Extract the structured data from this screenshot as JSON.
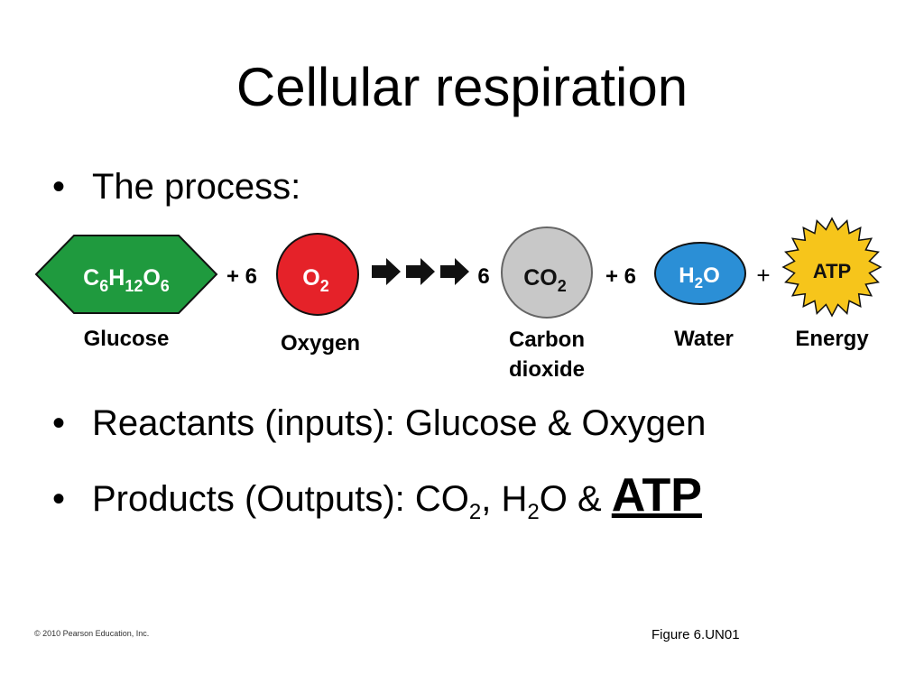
{
  "slide": {
    "title": "Cellular respiration",
    "bullets": {
      "process": "The process:",
      "reactants": "Reactants (inputs): Glucose & Oxygen",
      "products": {
        "prefix": "Products (Outputs): CO",
        "sub1": "2",
        "mid1": ", H",
        "sub2": "2",
        "mid2": "O & ",
        "atp": "ATP"
      }
    },
    "bullet_char": "•",
    "copyright": "© 2010 Pearson Education, Inc.",
    "figure_ref": "Figure 6.UN01"
  },
  "equation": {
    "glucose": {
      "main": [
        "C",
        "H",
        "O"
      ],
      "subs": [
        "6",
        "12",
        "6"
      ],
      "label": "Glucose",
      "color": "#1f9a3e"
    },
    "coef_oxygen": "+ 6",
    "oxygen": {
      "main": "O",
      "sub": "2",
      "label": "Oxygen",
      "color": "#e52229"
    },
    "coef_co2": "6",
    "co2": {
      "main": "CO",
      "sub": "2",
      "label_line1": "Carbon",
      "label_line2": "dioxide",
      "color": "#c8c8c8"
    },
    "coef_water": "+ 6",
    "water": {
      "main_a": "H",
      "sub": "2",
      "main_b": "O",
      "label": "Water",
      "color": "#2b8fd6"
    },
    "plus": "+",
    "atp": {
      "main": "ATP",
      "label": "Energy",
      "color": "#f6c51b"
    },
    "arrow_icon": "right-arrow-icon"
  }
}
